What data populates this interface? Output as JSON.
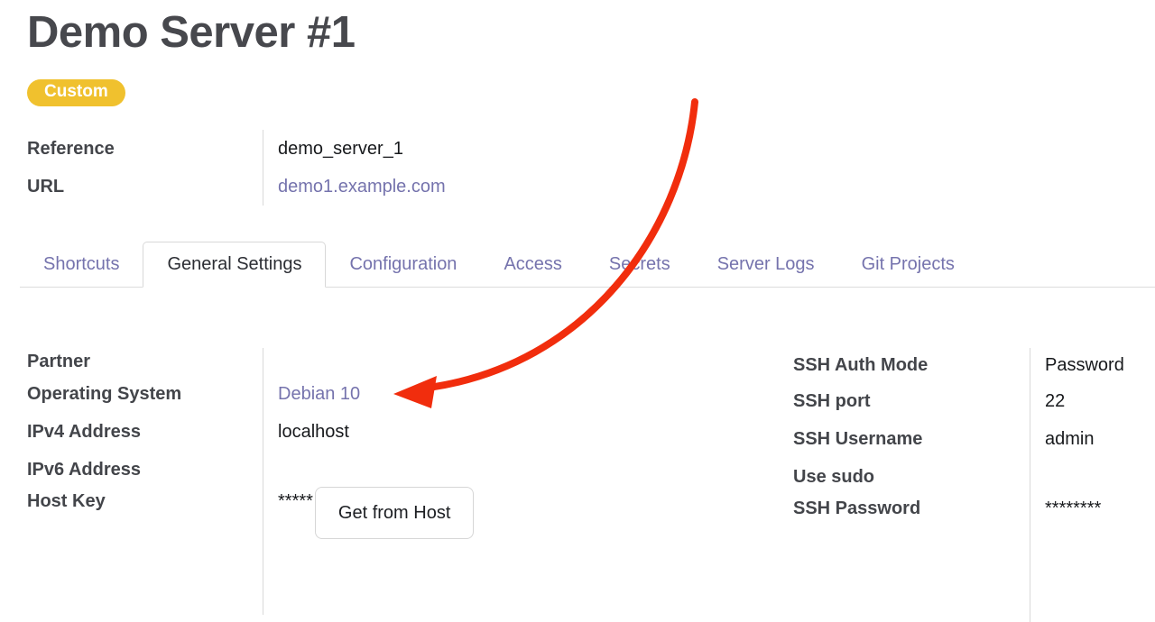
{
  "header": {
    "title": "Demo Server #1",
    "badge": "Custom"
  },
  "info_fields": [
    {
      "label": "Reference",
      "value": "demo_server_1"
    },
    {
      "label": "URL",
      "value": "demo1.example.com"
    }
  ],
  "tabs": [
    {
      "label": "Shortcuts"
    },
    {
      "label": "General Settings"
    },
    {
      "label": "Configuration"
    },
    {
      "label": "Access"
    },
    {
      "label": "Secrets"
    },
    {
      "label": "Server Logs"
    },
    {
      "label": "Git Projects"
    }
  ],
  "active_tab": "General Settings",
  "general_settings": {
    "left_fields": [
      {
        "label": "Partner",
        "value": ""
      },
      {
        "label": "Operating System",
        "value": "Debian 10"
      },
      {
        "label": "IPv4 Address",
        "value": "localhost"
      },
      {
        "label": "IPv6 Address",
        "value": ""
      },
      {
        "label": "Host Key",
        "value": "*****",
        "button_label": "Get from Host"
      }
    ],
    "right_fields": [
      {
        "label": "SSH Auth Mode",
        "value": "Password"
      },
      {
        "label": "SSH port",
        "value": "22"
      },
      {
        "label": "SSH Username",
        "value": "admin"
      },
      {
        "label": "Use sudo",
        "value": ""
      },
      {
        "label": "SSH Password",
        "value": "********"
      }
    ]
  },
  "annotation_arrow": {
    "color": "#f12d0d",
    "points_to": "Debian 10"
  },
  "colors": {
    "badge_bg": "#f0c12e",
    "badge_text": "#ffffff",
    "link": "#7573ad",
    "title_text": "#47484d",
    "label_text": "#43454a",
    "value_text": "#17191c",
    "divider": "#d9d9d9",
    "tab_border": "#d8d8d8"
  }
}
